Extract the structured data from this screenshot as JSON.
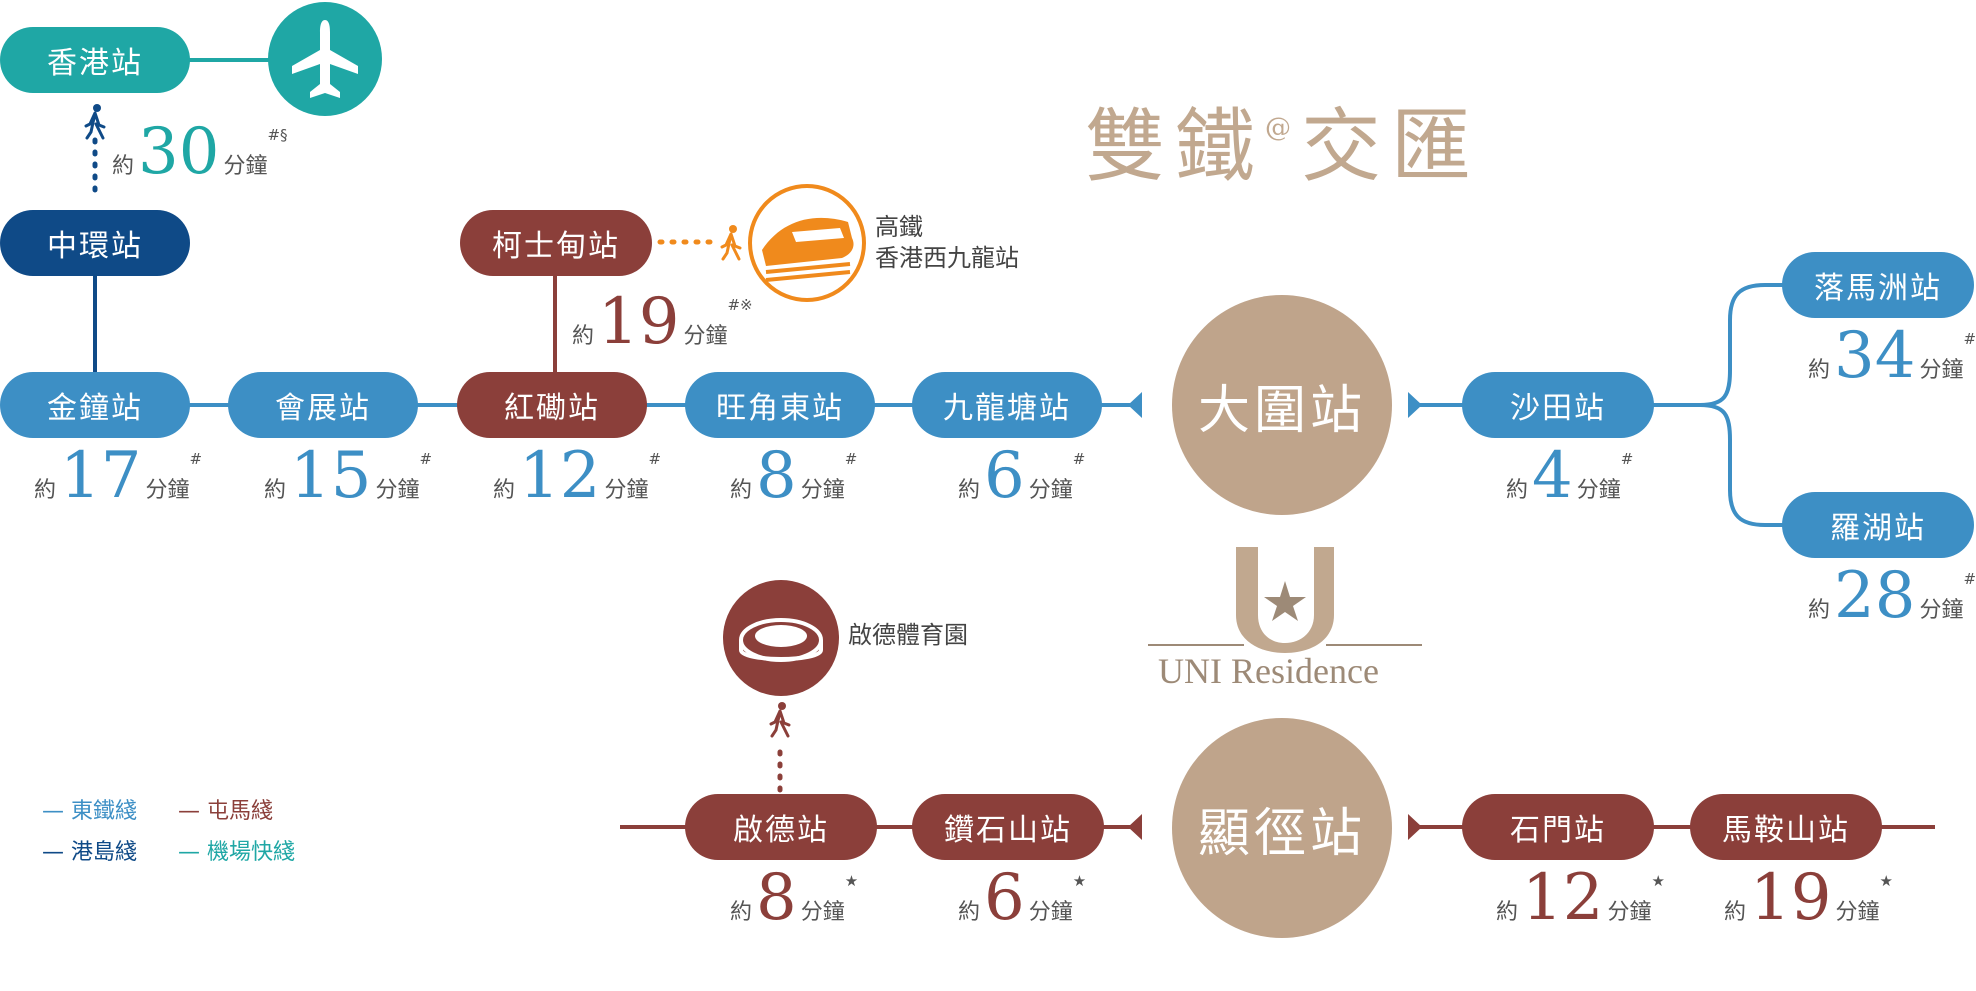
{
  "title": {
    "main": "雙鐵",
    "sup": "@",
    "tail": "交匯"
  },
  "colors": {
    "east_rail": "#3d8fc5",
    "island_line": "#0f4a87",
    "airport": "#1fa7a5",
    "tuen_ma": "#8b3f3a",
    "hub": "#bfa48b",
    "hsr": "#f08a1c",
    "title": "#c1a88f"
  },
  "airport": {
    "station": "香港站",
    "time": {
      "pre": "約",
      "num": "30",
      "suf": "分鐘",
      "mark": "#§"
    },
    "icon": "airplane-icon"
  },
  "island": {
    "station": "中環站"
  },
  "hsr": {
    "station": "柯士甸站",
    "name_line1": "高鐵",
    "name_line2": "香港西九龍站",
    "time": {
      "pre": "約",
      "num": "19",
      "suf": "分鐘",
      "mark": "#※"
    },
    "icon": "train-icon"
  },
  "east_rail": {
    "hub": "大圍站",
    "left": [
      {
        "name": "金鐘站",
        "time": {
          "pre": "約",
          "num": "17",
          "suf": "分鐘",
          "mark": "#"
        }
      },
      {
        "name": "會展站",
        "time": {
          "pre": "約",
          "num": "15",
          "suf": "分鐘",
          "mark": "#"
        }
      },
      {
        "name": "紅磡站",
        "time": {
          "pre": "約",
          "num": "12",
          "suf": "分鐘",
          "mark": "#"
        }
      },
      {
        "name": "旺角東站",
        "time": {
          "pre": "約",
          "num": "8",
          "suf": "分鐘",
          "mark": "#"
        }
      },
      {
        "name": "九龍塘站",
        "time": {
          "pre": "約",
          "num": "6",
          "suf": "分鐘",
          "mark": "#"
        }
      }
    ],
    "right": {
      "name": "沙田站",
      "time": {
        "pre": "約",
        "num": "4",
        "suf": "分鐘",
        "mark": "#"
      }
    },
    "branches": [
      {
        "name": "落馬洲站",
        "time": {
          "pre": "約",
          "num": "34",
          "suf": "分鐘",
          "mark": "#"
        }
      },
      {
        "name": "羅湖站",
        "time": {
          "pre": "約",
          "num": "28",
          "suf": "分鐘",
          "mark": "#"
        }
      }
    ]
  },
  "tuen_ma": {
    "hub": "顯徑站",
    "left": [
      {
        "name": "啟德站",
        "time": {
          "pre": "約",
          "num": "8",
          "suf": "分鐘",
          "mark": "★"
        }
      },
      {
        "name": "鑽石山站",
        "time": {
          "pre": "約",
          "num": "6",
          "suf": "分鐘",
          "mark": "★"
        }
      }
    ],
    "right": [
      {
        "name": "石門站",
        "time": {
          "pre": "約",
          "num": "12",
          "suf": "分鐘",
          "mark": "★"
        }
      },
      {
        "name": "馬鞍山站",
        "time": {
          "pre": "約",
          "num": "19",
          "suf": "分鐘",
          "mark": "★"
        }
      }
    ]
  },
  "sports_park": {
    "name": "啟德體育園",
    "icon": "stadium-icon"
  },
  "logo": {
    "text": "UNI Residence",
    "icon": "uni-logo-icon"
  },
  "legend": [
    {
      "label": "東鐵綫",
      "color": "#3d8fc5"
    },
    {
      "label": "屯馬綫",
      "color": "#8b3f3a"
    },
    {
      "label": "港島綫",
      "color": "#0f4a87"
    },
    {
      "label": "機場快綫",
      "color": "#1fa7a5"
    }
  ]
}
